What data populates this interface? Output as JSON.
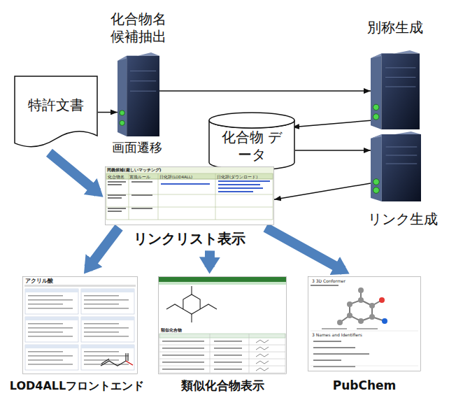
{
  "diagram": {
    "nodes": [
      {
        "text": [
          "特許文書"
        ]
      },
      {
        "text": [
          "化合物名 候補抽出"
        ]
      },
      {
        "text": [
          "別称生成"
        ]
      },
      {
        "text": [
          "化合物 データ"
        ]
      },
      {
        "text": [
          "リンク生成"
        ]
      },
      {
        "text": [
          "リンクリスト表示"
        ]
      },
      {
        "text": [
          "LOD4ALLフロントエンド"
        ]
      },
      {
        "text": [
          "類似化合物表示"
        ]
      },
      {
        "text": [
          "PubChem"
        ]
      }
    ],
    "edges": [
      {
        "from": 0,
        "to": 1,
        "arrow": "to"
      },
      {
        "from": 1,
        "to": 2,
        "arrow": "to"
      },
      {
        "from": 2,
        "to": 3,
        "arrow": "to"
      },
      {
        "from": 3,
        "to": 4,
        "arrow": "to"
      },
      {
        "from": 4,
        "to": 5,
        "arrow": "to"
      },
      {
        "from": 0,
        "to": 5,
        "label": "画面遷移",
        "arrow": "to"
      },
      {
        "from": 5,
        "to": 6,
        "arrow": "to"
      },
      {
        "from": 5,
        "to": 7,
        "arrow": "to"
      },
      {
        "from": 5,
        "to": 8,
        "arrow": "to"
      }
    ],
    "labels": [
      "同義候補(厳しいマッチング)",
      "化合物名",
      "置換ルール",
      "日化辞(LOD4ALL)",
      "日化辞(ダウンロード)",
      "アクリル酸",
      "類似化合物",
      "3 3D Conformer",
      "3 Names and Identifiers"
    ]
  }
}
